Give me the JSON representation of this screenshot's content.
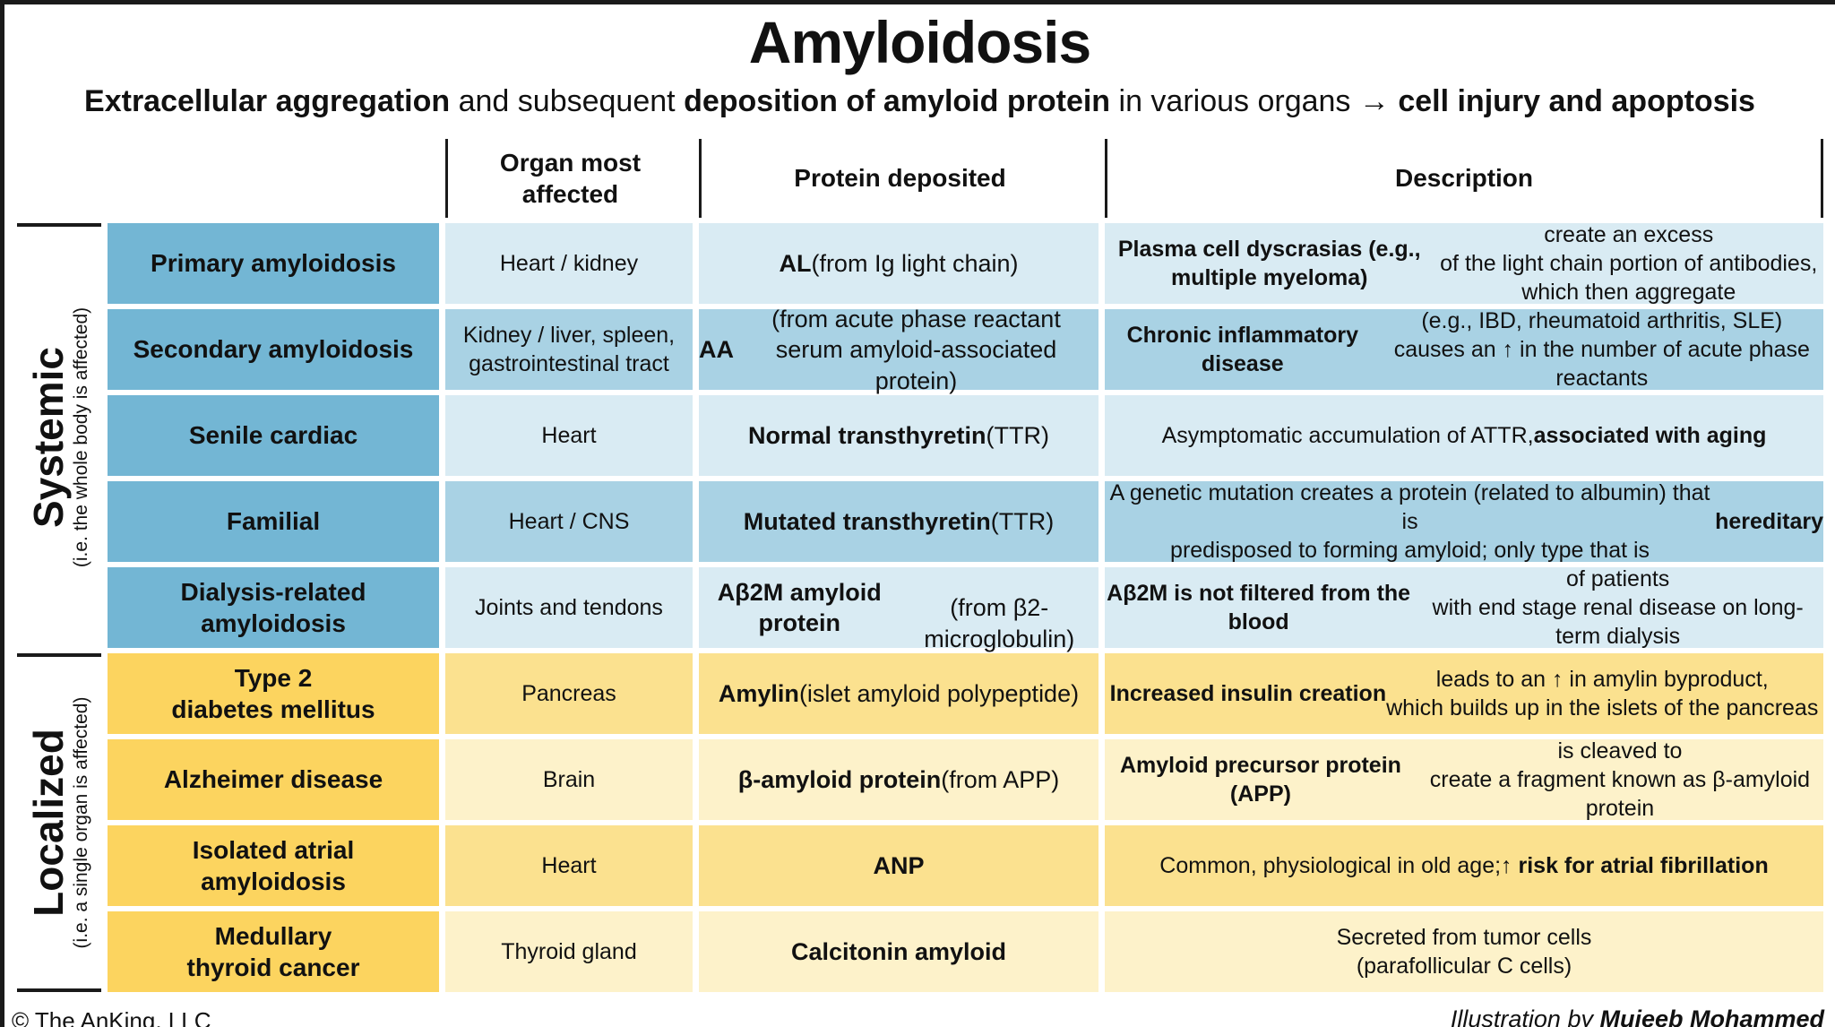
{
  "colors": {
    "blue_label": "#73b6d4",
    "blue_light": "#d9ebf3",
    "blue_medium": "#a9d2e4",
    "yellow_label": "#fcd45f",
    "yellow_medium": "#fbe18f",
    "yellow_light": "#fdf2ca",
    "line": "#1a1a1a",
    "text": "#111111"
  },
  "page": {
    "title": "Amyloidosis",
    "subtitle_runs": [
      {
        "t": "Extracellular aggregation",
        "b": true
      },
      {
        "t": " and subsequent ",
        "b": false
      },
      {
        "t": "deposition of amyloid protein",
        "b": true
      },
      {
        "t": " in various organs → ",
        "b": false
      },
      {
        "t": "cell injury and apoptosis",
        "b": true
      }
    ]
  },
  "table": {
    "headers": [
      "Organ most\naffected",
      "Protein deposited",
      "Description"
    ],
    "sections": [
      {
        "name": "Systemic",
        "note": "(i.e. the whole body is affected)",
        "rows": [
          {
            "label": "Primary amyloidosis",
            "organ": "Heart / kidney",
            "protein_runs": [
              {
                "t": "AL ",
                "b": true
              },
              {
                "t": "(from Ig light chain)",
                "b": false
              }
            ],
            "desc_runs": [
              {
                "t": "Plasma cell dyscrasias (e.g., multiple myeloma)",
                "b": true
              },
              {
                "t": " create an excess\nof the light chain portion of antibodies, which then aggregate",
                "b": false
              }
            ]
          },
          {
            "label": "Secondary amyloidosis",
            "organ": "Kidney / liver, spleen,\ngastrointestinal tract",
            "protein_runs": [
              {
                "t": "AA ",
                "b": true
              },
              {
                "t": "(from acute phase reactant\nserum amyloid-associated protein)",
                "b": false
              }
            ],
            "desc_runs": [
              {
                "t": "Chronic inflammatory disease",
                "b": true
              },
              {
                "t": " (e.g., IBD, rheumatoid arthritis, SLE)\ncauses an ↑ in the number of acute phase reactants",
                "b": false
              }
            ]
          },
          {
            "label": "Senile cardiac",
            "organ": "Heart",
            "protein_runs": [
              {
                "t": "Normal transthyretin ",
                "b": true
              },
              {
                "t": "(TTR)",
                "b": false
              }
            ],
            "desc_runs": [
              {
                "t": "Asymptomatic accumulation of ATTR, ",
                "b": false
              },
              {
                "t": "associated with aging",
                "b": true
              }
            ]
          },
          {
            "label": "Familial",
            "organ": "Heart / CNS",
            "protein_runs": [
              {
                "t": "Mutated transthyretin ",
                "b": true
              },
              {
                "t": "(TTR)",
                "b": false
              }
            ],
            "desc_runs": [
              {
                "t": "A genetic mutation creates a protein (related to albumin) that is\npredisposed to forming amyloid; only type that is ",
                "b": false
              },
              {
                "t": "hereditary",
                "b": true
              }
            ]
          },
          {
            "label": "Dialysis-related\namyloidosis",
            "organ": "Joints and tendons",
            "protein_runs": [
              {
                "t": "Aβ2M amyloid protein",
                "b": true
              },
              {
                "t": "\n(from β2-microglobulin)",
                "b": false
              }
            ],
            "desc_runs": [
              {
                "t": "Aβ2M is not filtered from the blood",
                "b": true
              },
              {
                "t": " of patients\nwith end stage renal disease on long-term dialysis",
                "b": false
              }
            ]
          }
        ]
      },
      {
        "name": "Localized",
        "note": "(i.e. a single organ is affected)",
        "rows": [
          {
            "label": "Type 2\ndiabetes mellitus",
            "organ": "Pancreas",
            "protein_runs": [
              {
                "t": "Amylin ",
                "b": true
              },
              {
                "t": "(islet amyloid polypeptide)",
                "b": false
              }
            ],
            "desc_runs": [
              {
                "t": "Increased insulin creation",
                "b": true
              },
              {
                "t": " leads to an ↑ in amylin byproduct,\nwhich builds up in the islets of the pancreas",
                "b": false
              }
            ]
          },
          {
            "label": "Alzheimer disease",
            "organ": "Brain",
            "protein_runs": [
              {
                "t": "β-amyloid protein ",
                "b": true
              },
              {
                "t": "(from APP)",
                "b": false
              }
            ],
            "desc_runs": [
              {
                "t": "Amyloid precursor protein (APP)",
                "b": true
              },
              {
                "t": " is cleaved to\ncreate a fragment known as β-amyloid protein",
                "b": false
              }
            ]
          },
          {
            "label": "Isolated atrial\namyloidosis",
            "organ": "Heart",
            "protein_runs": [
              {
                "t": "ANP",
                "b": true
              }
            ],
            "desc_runs": [
              {
                "t": "Common, physiological in old age;\n",
                "b": false
              },
              {
                "t": "↑ risk for atrial fibrillation",
                "b": true
              }
            ]
          },
          {
            "label": "Medullary\nthyroid cancer",
            "organ": "Thyroid gland",
            "protein_runs": [
              {
                "t": "Calcitonin amyloid",
                "b": true
              }
            ],
            "desc_runs": [
              {
                "t": "Secreted from tumor cells\n(parafollicular C cells)",
                "b": false
              }
            ]
          }
        ]
      }
    ]
  },
  "footer": {
    "copyright": "© The AnKing, LLC",
    "credit_prefix": "Illustration by ",
    "credit_name": "Mujeeb Mohammed"
  }
}
